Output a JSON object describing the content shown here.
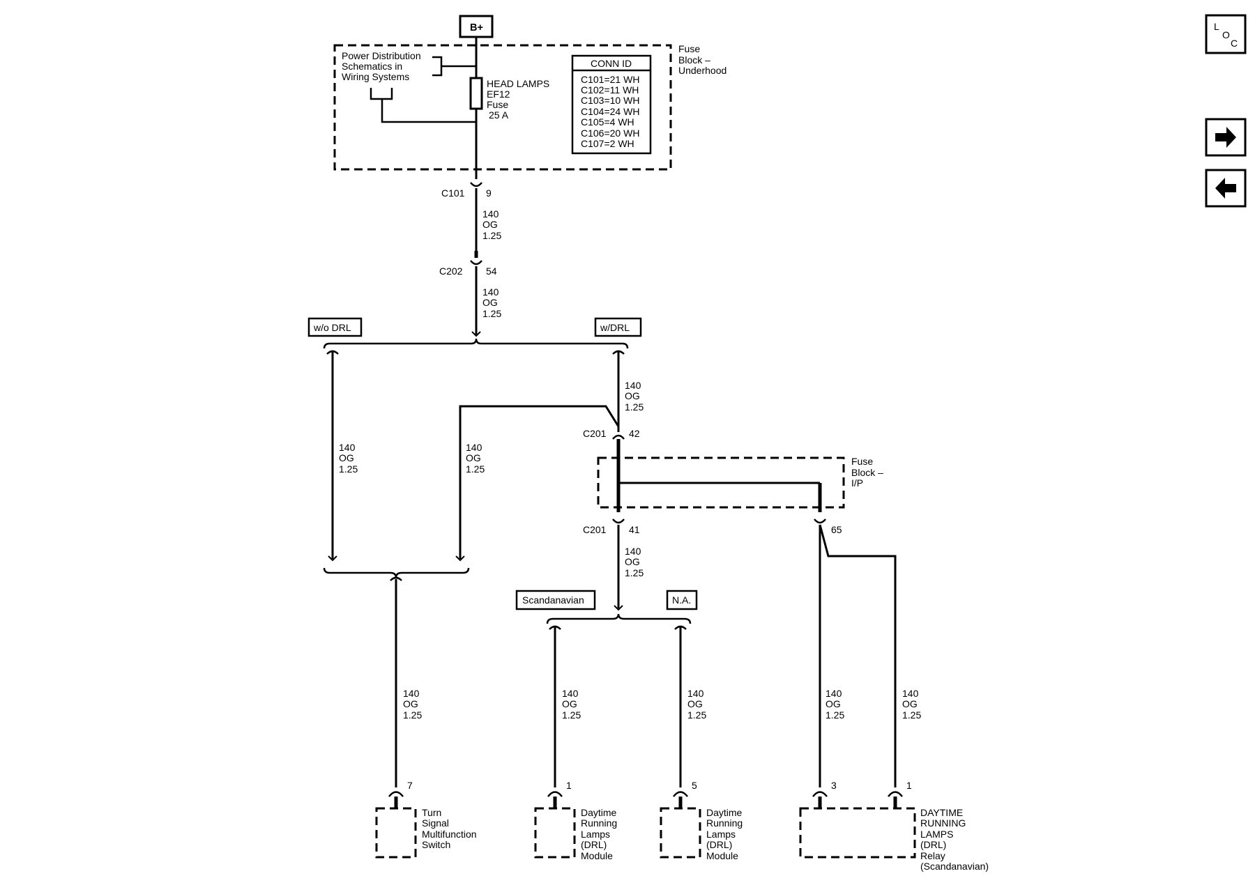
{
  "source": "B+",
  "fuse_block_underhood": {
    "name": [
      "Fuse",
      "Block –",
      "Underhood"
    ],
    "power_ref": [
      "Power Distribution",
      "Schematics in",
      "Wiring Systems"
    ],
    "fuse": [
      "HEAD LAMPS",
      "EF12",
      "Fuse",
      "25 A"
    ],
    "conn_id": {
      "title": "CONN ID",
      "rows": [
        "C101=21 WH",
        "C102=11 WH",
        "C103=10 WH",
        "C104=24 WH",
        "C105=4 WH",
        "C106=20 WH",
        "C107=2 WH"
      ]
    }
  },
  "wire": [
    "140",
    "OG",
    "1.25"
  ],
  "connectors": {
    "c101": {
      "name": "C101",
      "pin": "9"
    },
    "c202": {
      "name": "C202",
      "pin": "54"
    },
    "c201_in": {
      "name": "C201",
      "pin": "42"
    },
    "c201_out": {
      "name": "C201",
      "pin": "41"
    },
    "relay_feed_pin": "65"
  },
  "options": {
    "without_drl": "w/o DRL",
    "with_drl": "w/DRL",
    "scandinavian": "Scandanavian",
    "north_america": "N.A."
  },
  "fuse_block_ip": [
    "Fuse",
    "Block –",
    "I/P"
  ],
  "components": {
    "turn_signal_switch": {
      "pin": "7",
      "name": [
        "Turn",
        "Signal",
        "Multifunction",
        "Switch"
      ]
    },
    "drl_module_scand": {
      "pin": "1",
      "name": [
        "Daytime",
        "Running",
        "Lamps",
        "(DRL)",
        "Module"
      ]
    },
    "drl_module_na": {
      "pin": "5",
      "name": [
        "Daytime",
        "Running",
        "Lamps",
        "(DRL)",
        "Module"
      ]
    },
    "drl_relay": {
      "pins": [
        "3",
        "1"
      ],
      "name": [
        "DAYTIME",
        "RUNNING",
        "LAMPS",
        "(DRL)",
        "Relay",
        "(Scandanavian)"
      ]
    }
  },
  "nav": {
    "loc": [
      "L",
      "O",
      "C"
    ],
    "next_icon": "arrow-right-icon",
    "prev_icon": "arrow-left-icon"
  }
}
